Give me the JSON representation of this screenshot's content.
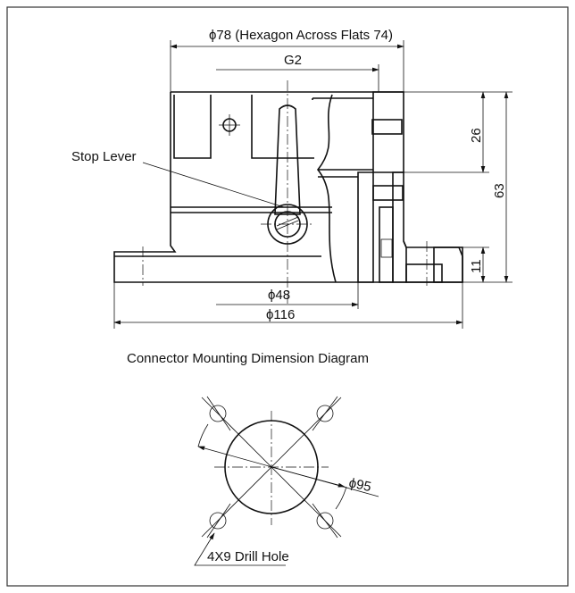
{
  "dimensions": {
    "hex_diameter": "ϕ78 (Hexagon Across Flats 74)",
    "thread": "G2",
    "height_upper": "26",
    "height_total": "63",
    "flange_thickness": "11",
    "inner_diameter": "ϕ48",
    "flange_diameter": "ϕ116",
    "bolt_circle": "ϕ95"
  },
  "labels": {
    "stop_lever": "Stop Lever",
    "caption": "Connector Mounting Dimension Diagram",
    "drill_hole": "4X9 Drill Hole"
  }
}
